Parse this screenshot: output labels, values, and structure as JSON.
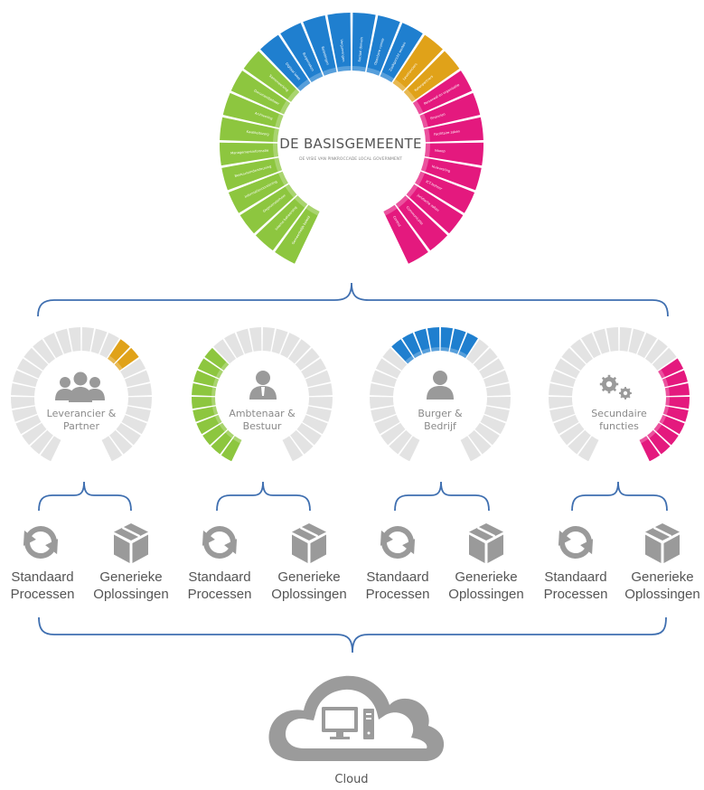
{
  "hub": {
    "title": "DE BASISGEMEENTE",
    "subtitle": "DE VISIE VAN PINKROCCADE LOCAL GOVERNMENT",
    "segments": [
      {
        "group": "green",
        "label": "Gemeentelijk beleid"
      },
      {
        "group": "green",
        "label": "Interne beheersing"
      },
      {
        "group": "green",
        "label": "Gegevensbeheer"
      },
      {
        "group": "green",
        "label": "Informatievoorziening"
      },
      {
        "group": "green",
        "label": "Bestuursondersteuning"
      },
      {
        "group": "green",
        "label": "Managementinformatie"
      },
      {
        "group": "green",
        "label": "Kwaliteitszorg"
      },
      {
        "group": "green",
        "label": "Archivering"
      },
      {
        "group": "green",
        "label": "Documentbeheer"
      },
      {
        "group": "green",
        "label": "Samenwerking"
      },
      {
        "group": "blue",
        "label": "Digitaal loket"
      },
      {
        "group": "blue",
        "label": "Burgerzaken"
      },
      {
        "group": "blue",
        "label": "Belastingen"
      },
      {
        "group": "blue",
        "label": "Vergunningen"
      },
      {
        "group": "blue",
        "label": "Sociaal domein"
      },
      {
        "group": "blue",
        "label": "Openbare ruimte"
      },
      {
        "group": "blue",
        "label": "Zaakgericht werken"
      },
      {
        "group": "yellow",
        "label": "Leveranciers"
      },
      {
        "group": "yellow",
        "label": "Ketenpartners"
      },
      {
        "group": "magenta",
        "label": "Personeel en organisatie"
      },
      {
        "group": "magenta",
        "label": "Financien"
      },
      {
        "group": "magenta",
        "label": "Facilitaire zaken"
      },
      {
        "group": "magenta",
        "label": "Inkoop"
      },
      {
        "group": "magenta",
        "label": "Huisvesting"
      },
      {
        "group": "magenta",
        "label": "ICT-beheer"
      },
      {
        "group": "magenta",
        "label": "Juridische zaken"
      },
      {
        "group": "magenta",
        "label": "Communicatie"
      },
      {
        "group": "magenta",
        "label": "Control"
      }
    ]
  },
  "colors": {
    "green": "#8dc63f",
    "blue": "#1f7fcf",
    "yellow": "#e0a219",
    "magenta": "#e4197e",
    "gray": "#e3e3e3",
    "icon": "#9a9a9a",
    "bracket": "#3f6fb0"
  },
  "groups": [
    {
      "label_line1": "Leverancier &",
      "label_line2": "Partner",
      "highlight": "yellow",
      "icon": "people-group-icon"
    },
    {
      "label_line1": "Ambtenaar &",
      "label_line2": "Bestuur",
      "highlight": "green",
      "icon": "official-person-icon"
    },
    {
      "label_line1": "Burger &",
      "label_line2": "Bedrijf",
      "highlight": "blue",
      "icon": "person-icon"
    },
    {
      "label_line1": "Secundaire",
      "label_line2": "functies",
      "highlight": "magenta",
      "icon": "gears-icon"
    }
  ],
  "components": {
    "process_line1": "Standaard",
    "process_line2": "Processen",
    "solution_line1": "Generieke",
    "solution_line2": "Oplossingen"
  },
  "cloud": {
    "label": "Cloud"
  }
}
